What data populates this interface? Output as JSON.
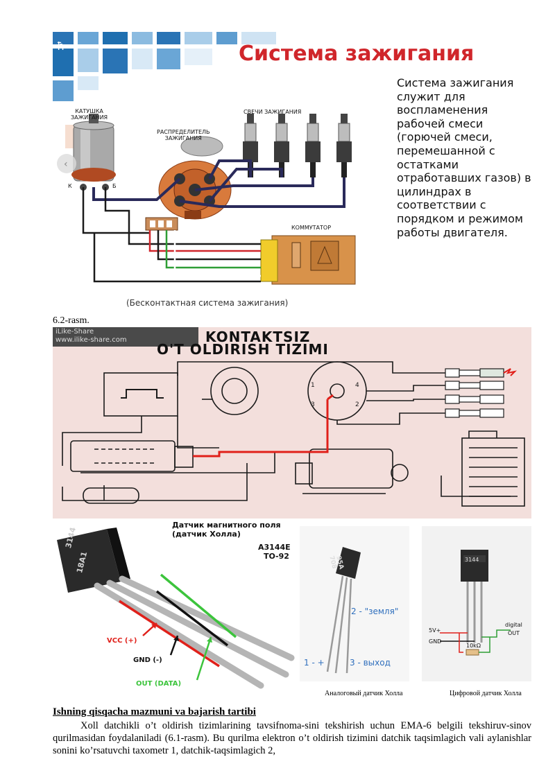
{
  "figure1": {
    "title": "Система зажигания",
    "description": "Система зажигания служит для воспламенения рабочей смеси (горючей смеси, перемешанной с остатками отработавших газов) в цилиндрах в соответствии с порядком и режимом работы двигателя.",
    "labels": {
      "coil": "КАТУШКА\nЗАЖИГАНИЯ",
      "plugs": "СВЕЧИ ЗАЖИГАНИЯ",
      "distributor": "РАСПРЕДЕЛИТЕЛЬ\nЗАЖИГАНИЯ",
      "switch": "КОММУТАТОР",
      "coil_k": "К",
      "coil_b": "Б"
    },
    "caption": "(Бесконтактная система зажигания)"
  },
  "figure_label": "6.2-rasm.",
  "figure2": {
    "watermark_line1": "iLike-Share",
    "watermark_line2": "www.ilike-share.com",
    "title_line1": "KONTAKTSIZ",
    "title_line2": "O'T OLDIRISH TIZIMI"
  },
  "figure3": {
    "sensor_title_line1": "Датчик магнитного поля",
    "sensor_title_line2": "(датчик Холла)",
    "model_line1": "A3144E",
    "model_line2": "TO-92",
    "chip_marking_line1": "3144",
    "chip_marking_line2": "18A1",
    "vcc_label": "VCC (+)",
    "gnd_label": "GND (-)",
    "out_label": "OUT (DATA)",
    "analog_marking_line1": "95A",
    "analog_marking_line2": "708",
    "analog_pin1": "1 - +",
    "analog_pin2": "2 - \"земля\"",
    "analog_pin3": "3 - выход",
    "analog_caption": "Аналоговый датчик Холла",
    "digital_chip": "3144",
    "digital_5v": "5V+",
    "digital_gnd": "GND",
    "digital_out1": "digital",
    "digital_out2": "OUT",
    "digital_resistor": "10kΩ",
    "digital_caption": "Цифровой датчик Холла"
  },
  "section_heading": "Ishning qisqacha mazmuni va bajarish tartibi",
  "body_text": "Xoll datchikli o’t oldirish tizimlarining tavsifnoma-sini tekshirish  uchun  EMA-6  belgili tekshiruv-sinov qurilmasidan foydalaniladi (6.1-rasm). Bu qurilma elektron o’t oldirish tizimini datchik taqsimlagich vali aylanishlar sonini ko’rsatuvchi taxometr 1, datchik-taqsimlagich 2,",
  "colors": {
    "title_red": "#d0262b",
    "wire_red": "#e0201a",
    "wire_green": "#2e9e35",
    "diagram_bg": "#f3dfdc",
    "tile_blue": "#1f6fb0"
  }
}
